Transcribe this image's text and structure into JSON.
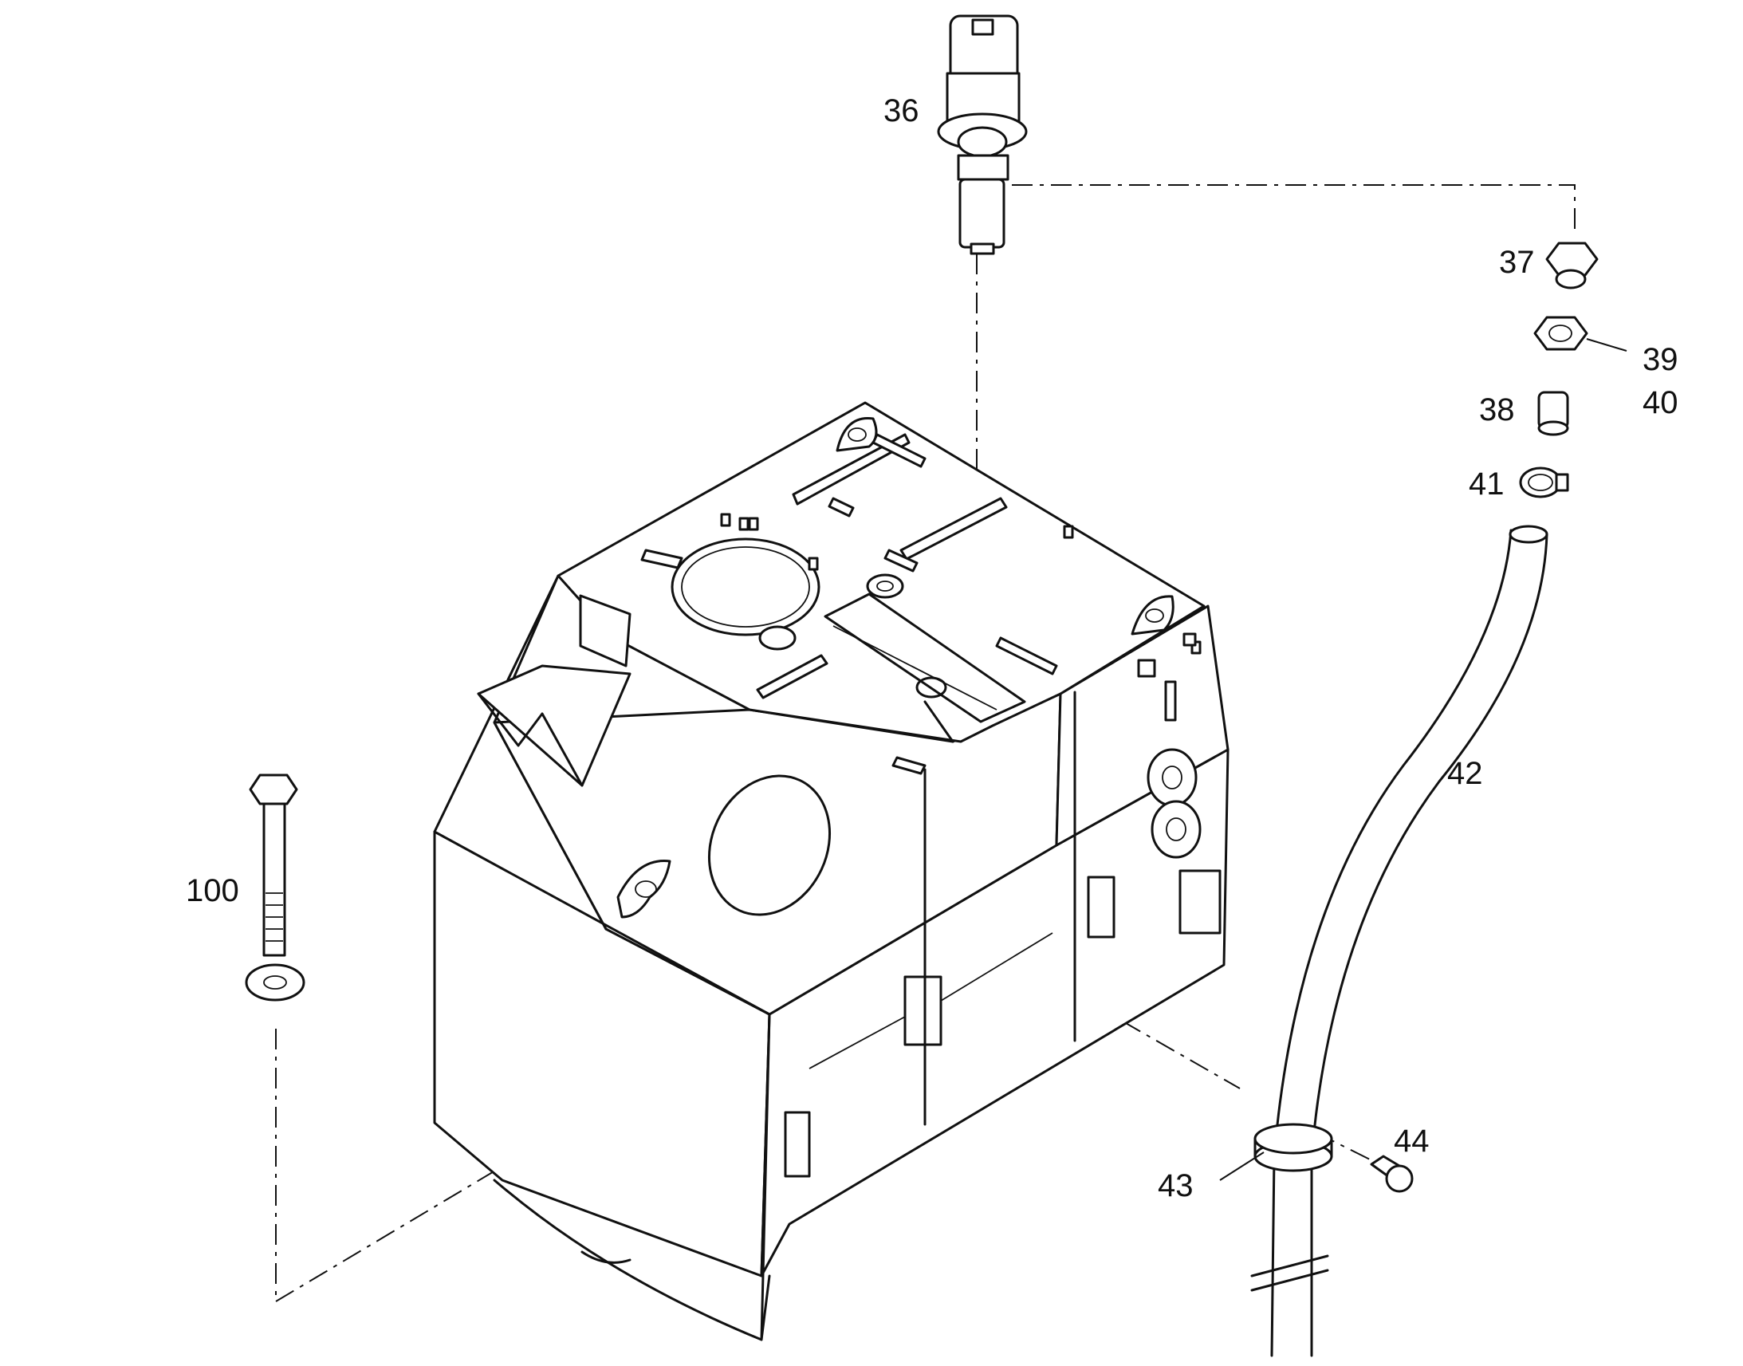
{
  "callouts": {
    "c36": "36",
    "c37": "37",
    "c38": "38",
    "c39": "39",
    "c40": "40",
    "c41": "41",
    "c42": "42",
    "c43": "43",
    "c44": "44",
    "c100": "100"
  },
  "colors": {
    "line": "#111111",
    "background": "#ffffff"
  }
}
